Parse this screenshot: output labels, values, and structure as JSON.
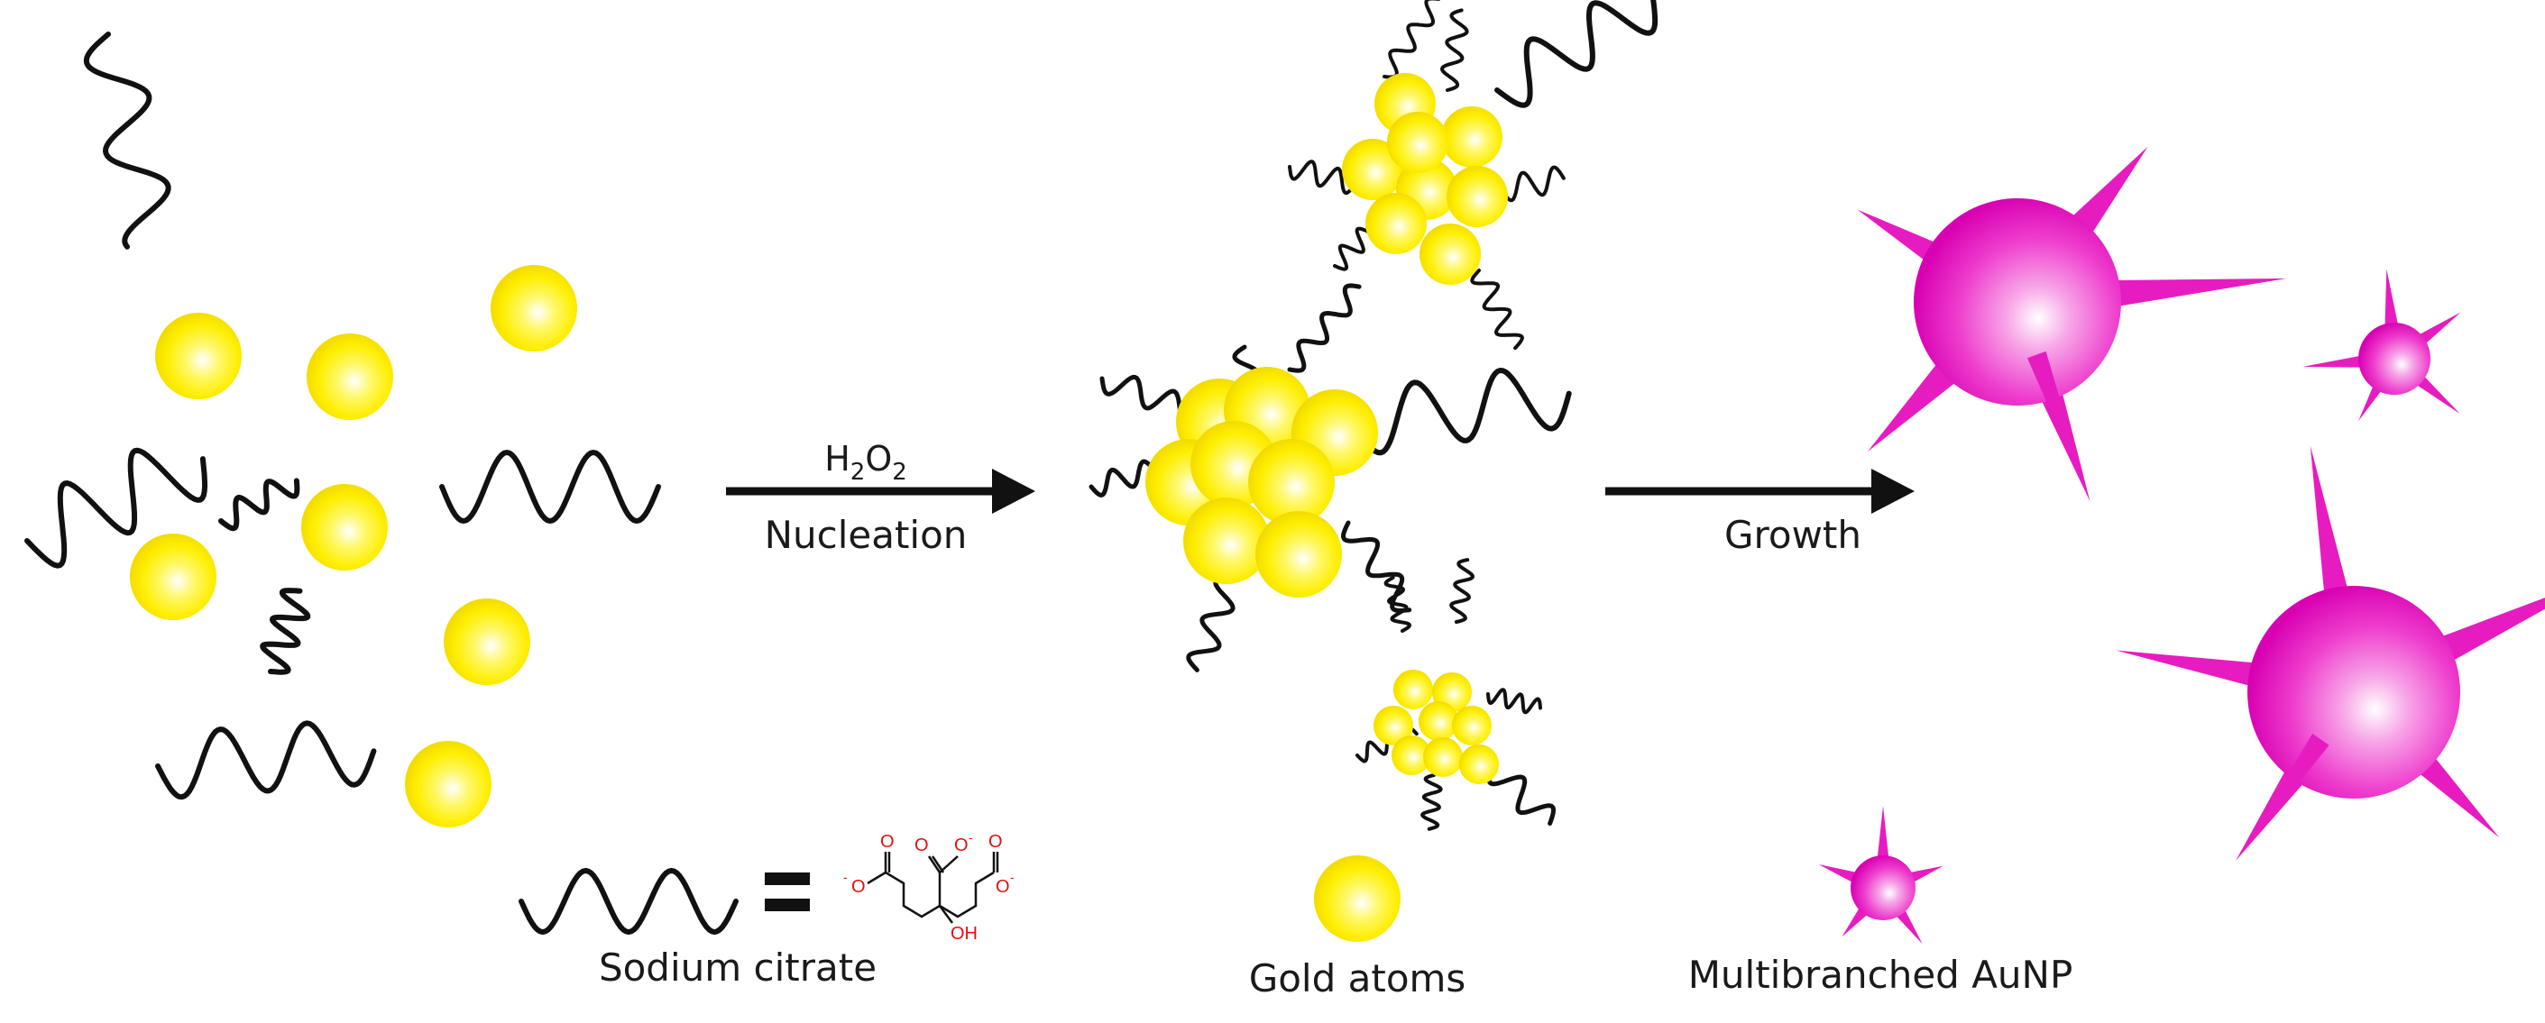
{
  "labels": {
    "reagent_main": "H",
    "reagent_sub1": "2",
    "reagent_mid": "O",
    "reagent_sub2": "2",
    "step1": "Nucleation",
    "step2": "Growth",
    "legend_citrate": "Sodium citrate",
    "legend_gold": "Gold atoms",
    "legend_aunp": "Multibranched AuNP",
    "equals": "="
  },
  "molecule": {
    "carbonyl_o": "O",
    "anion_o": "O",
    "charge": "-",
    "hydroxyl": "OH"
  },
  "colors": {
    "gold": "#ffee00",
    "gold_highlight": "#ffffff",
    "gold_edge": "#e6c800",
    "aunp": "#ec1fc6",
    "aunp_dark": "#d800b2",
    "ink": "#111111",
    "chem_red": "#e01010"
  }
}
